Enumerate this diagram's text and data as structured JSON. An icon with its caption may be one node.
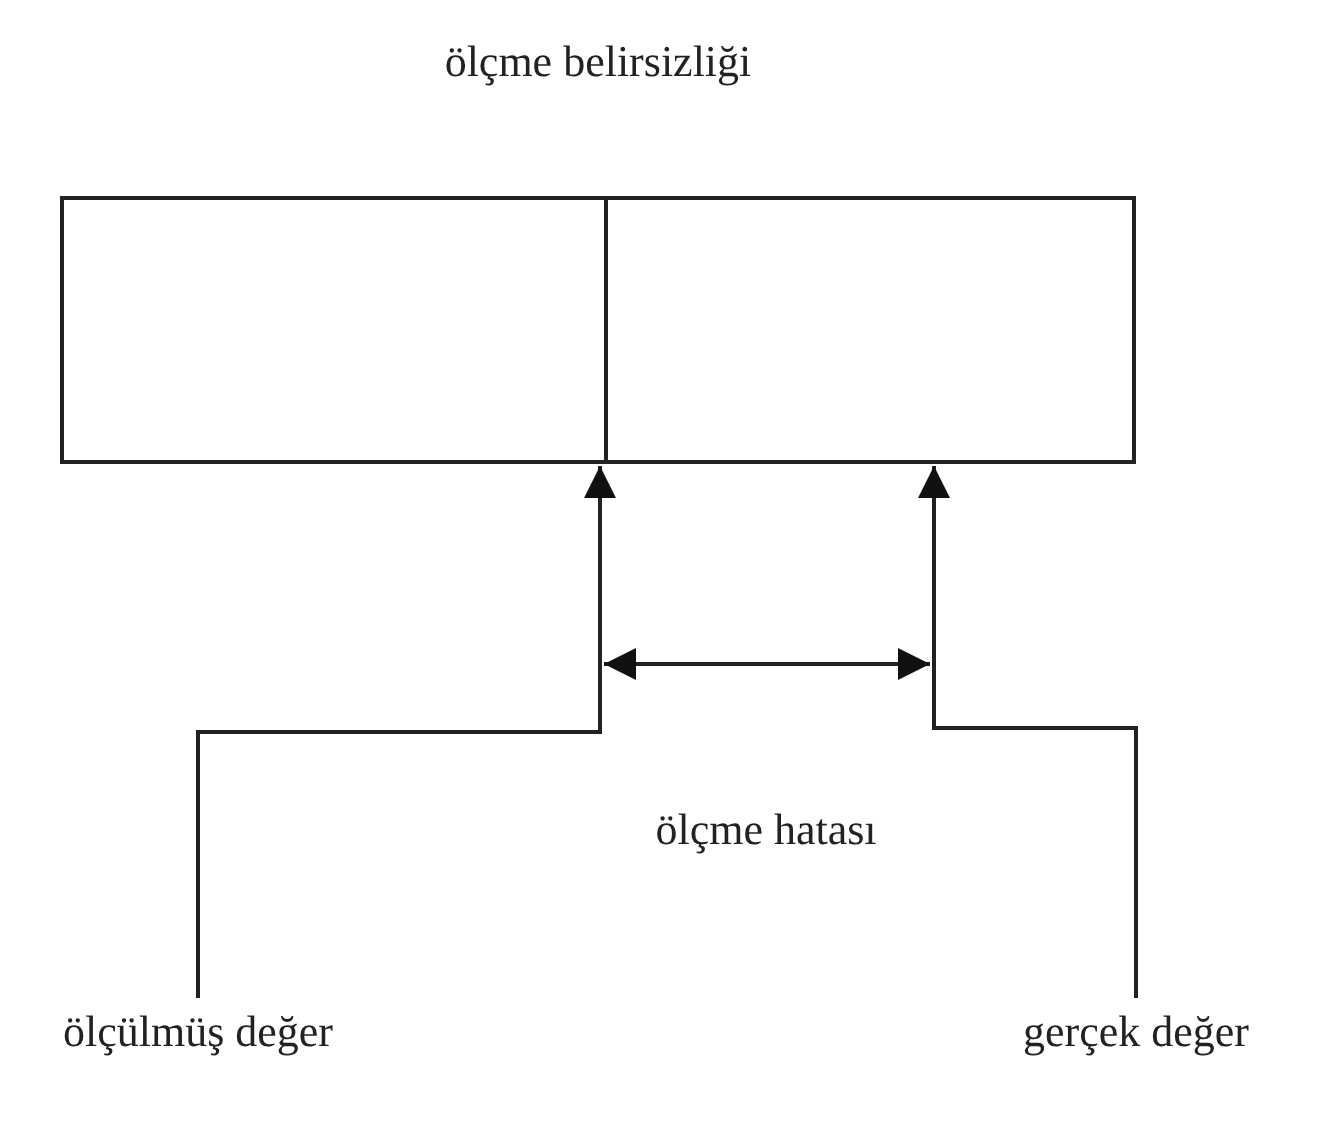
{
  "diagram": {
    "nodes": [
      {
        "text": [
          "ölçme belirsizliği"
        ]
      },
      {
        "text": [
          "ölçülmüş değer"
        ]
      },
      {
        "text": [
          "gerçek değer"
        ]
      }
    ],
    "edges": [
      {
        "from": 1,
        "to": 0,
        "arrow": "to"
      },
      {
        "from": 2,
        "to": 0,
        "arrow": "to"
      }
    ],
    "labels": [
      "ölçme hatası"
    ]
  }
}
